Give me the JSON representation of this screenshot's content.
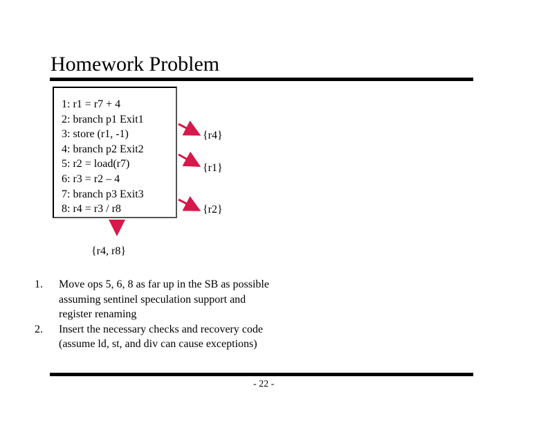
{
  "slide": {
    "title": "Homework Problem",
    "code_lines": [
      "1: r1 = r7 + 4",
      "2: branch p1 Exit1",
      "3: store (r1, -1)",
      "4: branch p2 Exit2",
      "5: r2 = load(r7)",
      "6: r3 = r2 – 4",
      "7: branch p3 Exit3",
      "8: r4 = r3 / r8"
    ],
    "exit_sets": [
      "{r4}",
      "{r1}",
      "{r2}"
    ],
    "fallthrough_set": "{r4, r8}",
    "tasks": [
      {
        "number": "1.",
        "text": "Move ops 5, 6, 8 as far up in the SB as possible assuming sentinel speculation support and register renaming"
      },
      {
        "number": "2.",
        "text": "Insert the necessary checks and recovery code (assume ld, st, and div can cause exceptions)"
      }
    ],
    "page_number": "- 22 -"
  },
  "colors": {
    "arrow": "#d6184a",
    "rule": "#000000",
    "text": "#000000"
  }
}
